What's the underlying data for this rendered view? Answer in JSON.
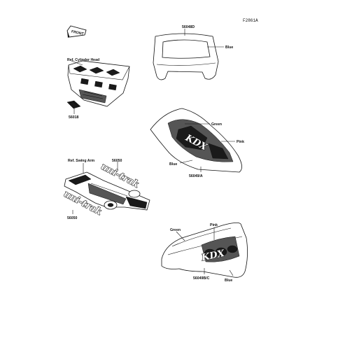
{
  "figure_id": "F2861A",
  "front_arrow": {
    "label": "FRONT"
  },
  "callouts": {
    "cylinder_head_ref": "Ref. Cylinder Head",
    "swing_arm_ref": "Ref. Swing Arm",
    "part_56018": "56018",
    "part_56048d": "56048D",
    "part_56049a": "56049/A",
    "part_56049bc": "56049B/C",
    "part_56050_top": "56050",
    "part_56050_bottom": "56050"
  },
  "colors": {
    "blue_1": "Blue",
    "green_1": "Green",
    "pink_1": "Pink",
    "blue_2": "Blue",
    "green_2": "Green",
    "pink_2": "Pink",
    "blue_3": "Blue"
  },
  "decals": {
    "uni_trak_1": "uni-trak",
    "uni_trak_2": "uni-trak",
    "kdx_1": "KDX",
    "kdx_2": "KDX"
  }
}
